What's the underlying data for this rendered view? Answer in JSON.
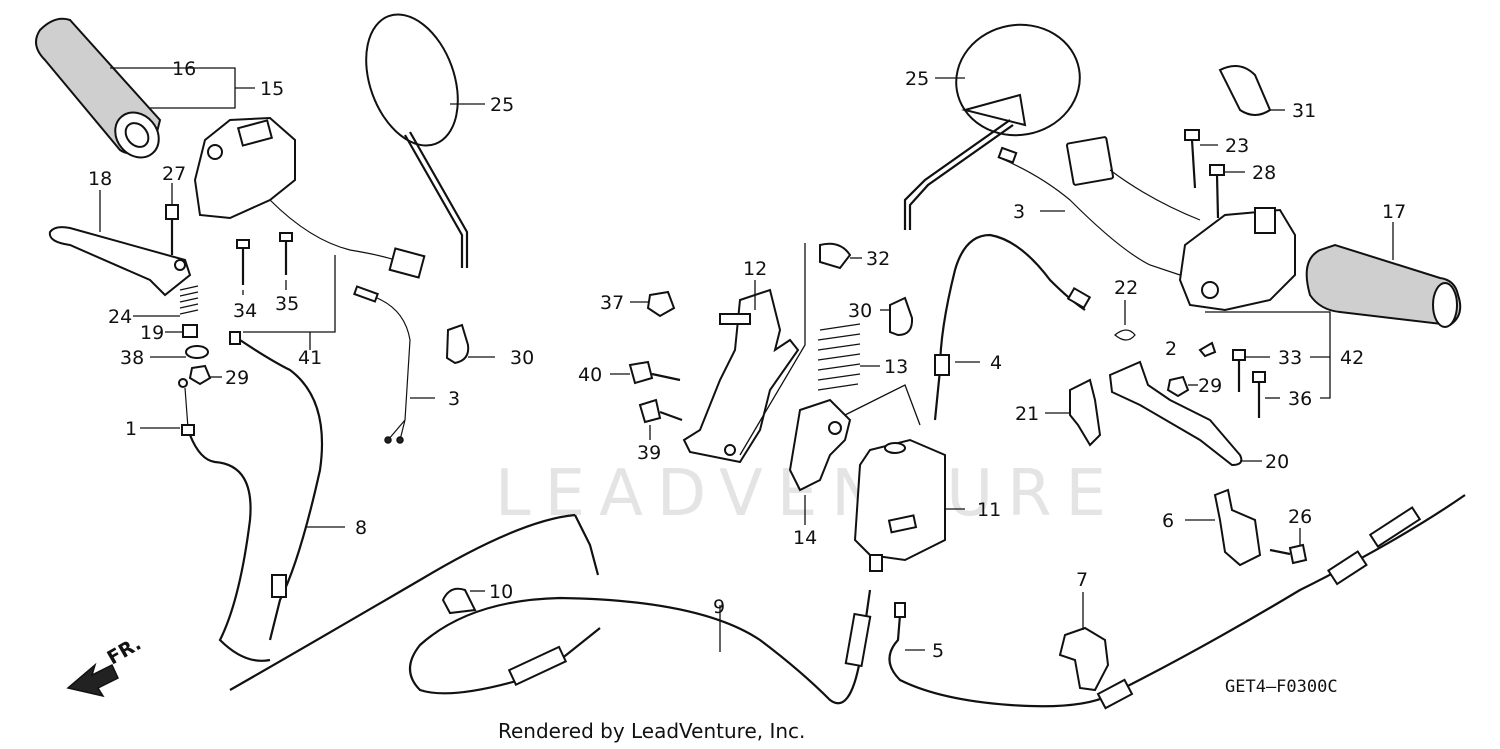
{
  "diagram": {
    "ref_code": "GET4—F0300C",
    "credit": "Rendered by LeadVenture, Inc.",
    "watermark": "LEADVENTURE",
    "direction_label": "FR.",
    "callouts": [
      {
        "id": "c16",
        "text": "16"
      },
      {
        "id": "c15",
        "text": "15"
      },
      {
        "id": "c25a",
        "text": "25"
      },
      {
        "id": "c25b",
        "text": "25"
      },
      {
        "id": "c31",
        "text": "31"
      },
      {
        "id": "c23",
        "text": "23"
      },
      {
        "id": "c28",
        "text": "28"
      },
      {
        "id": "c17",
        "text": "17"
      },
      {
        "id": "c18",
        "text": "18"
      },
      {
        "id": "c27",
        "text": "27"
      },
      {
        "id": "c24",
        "text": "24"
      },
      {
        "id": "c19",
        "text": "19"
      },
      {
        "id": "c38",
        "text": "38"
      },
      {
        "id": "c29a",
        "text": "29"
      },
      {
        "id": "c34",
        "text": "34"
      },
      {
        "id": "c35",
        "text": "35"
      },
      {
        "id": "c41",
        "text": "41"
      },
      {
        "id": "c3a",
        "text": "3"
      },
      {
        "id": "c30a",
        "text": "30"
      },
      {
        "id": "c1",
        "text": "1"
      },
      {
        "id": "c8",
        "text": "8"
      },
      {
        "id": "c10",
        "text": "10"
      },
      {
        "id": "c9",
        "text": "9"
      },
      {
        "id": "c12",
        "text": "12"
      },
      {
        "id": "c32",
        "text": "32"
      },
      {
        "id": "c37",
        "text": "37"
      },
      {
        "id": "c30b",
        "text": "30"
      },
      {
        "id": "c13",
        "text": "13"
      },
      {
        "id": "c40",
        "text": "40"
      },
      {
        "id": "c39",
        "text": "39"
      },
      {
        "id": "c14",
        "text": "14"
      },
      {
        "id": "c11",
        "text": "11"
      },
      {
        "id": "c4",
        "text": "4"
      },
      {
        "id": "c3b",
        "text": "3"
      },
      {
        "id": "c22",
        "text": "22"
      },
      {
        "id": "c2",
        "text": "2"
      },
      {
        "id": "c33",
        "text": "33"
      },
      {
        "id": "c42",
        "text": "42"
      },
      {
        "id": "c29b",
        "text": "29"
      },
      {
        "id": "c36",
        "text": "36"
      },
      {
        "id": "c21",
        "text": "21"
      },
      {
        "id": "c20",
        "text": "20"
      },
      {
        "id": "c6",
        "text": "6"
      },
      {
        "id": "c26",
        "text": "26"
      },
      {
        "id": "c7",
        "text": "7"
      },
      {
        "id": "c5",
        "text": "5"
      }
    ]
  }
}
